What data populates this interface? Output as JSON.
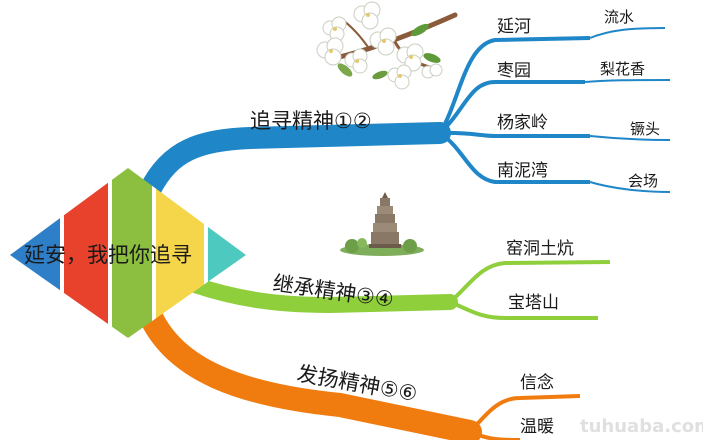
{
  "center": {
    "title": "延安，我把你追寻"
  },
  "branches": [
    {
      "label": "追寻精神①②",
      "color": "#1f86c8",
      "children": [
        {
          "label": "延河",
          "detail": "流水"
        },
        {
          "label": "枣园",
          "detail": "梨花香"
        },
        {
          "label": "杨家岭",
          "detail": "镢头"
        },
        {
          "label": "南泥湾",
          "detail": "会场"
        }
      ]
    },
    {
      "label": "继承精神③④",
      "color": "#8fcf3c",
      "children": [
        {
          "label": "窑洞土炕"
        },
        {
          "label": "宝塔山"
        }
      ]
    },
    {
      "label": "发扬精神⑤⑥",
      "color": "#f07c10",
      "children": [
        {
          "label": "信念"
        },
        {
          "label": "温暖"
        }
      ]
    }
  ],
  "center_stripe_colors": [
    "#2f7fc8",
    "#e8412c",
    "#8cbf3f",
    "#f5d54a",
    "#4ec9c0"
  ],
  "watermark": "tuhuaba.com",
  "illustrations": [
    "pear-blossom-branch",
    "pagoda-icon"
  ]
}
